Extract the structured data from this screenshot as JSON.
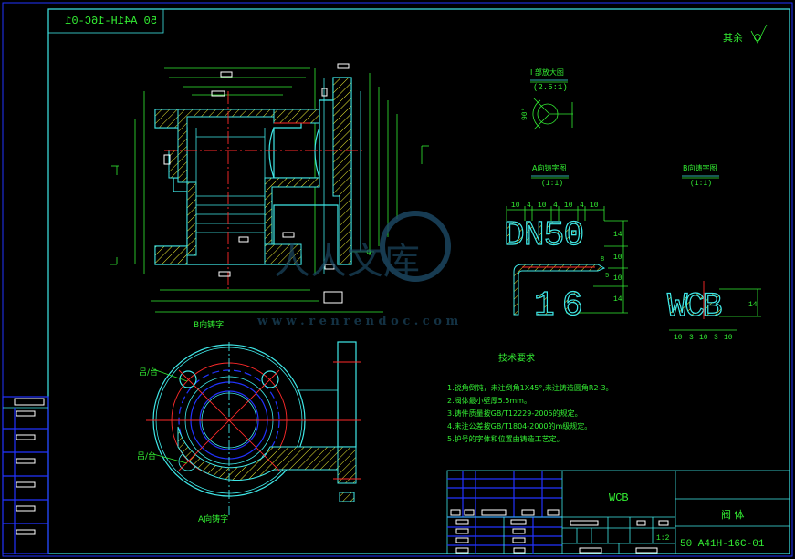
{
  "drawing": {
    "mirrored_title": "50 A41H-16C-01",
    "surface_finish": {
      "label": "其余",
      "icon": "roughness-symbol-icon"
    },
    "detail_view": {
      "label": "I 部放大图",
      "scale": "(2.5:1)",
      "angle": "90°"
    },
    "view_a": {
      "label": "A向铸字图",
      "scale": "(1:1)"
    },
    "view_b": {
      "label": "B向铸字图",
      "scale": "(1:1)"
    },
    "casting_labels": {
      "b": "B向铸字",
      "a": "A向铸字"
    },
    "lettering": {
      "dn_text": "DN50",
      "pn_text": "16",
      "material_text": "WCB",
      "dn_widths": [
        "10",
        "4",
        "10",
        "4",
        "10",
        "4",
        "10"
      ],
      "dn_heights": [
        "14",
        "10",
        "10",
        "14"
      ],
      "dn_misc": [
        "8",
        "5"
      ],
      "wcb_widths": [
        "10",
        "3",
        "10",
        "3",
        "10"
      ],
      "wcb_height": "14"
    },
    "tech_requirements": {
      "title": "技术要求",
      "items": [
        "1.锐角倒钝，未注倒角1X45°,未注铸造圆角R2-3。",
        "2.阀体最小壁厚5.5mm。",
        "3.铸件质量按GB/T12229-2005的规定。",
        "4.未注公差按GB/T1804-2000的m级规定。",
        "5.护号的字体和位置由铸造工艺定。"
      ]
    }
  },
  "title_block": {
    "material": "WCB",
    "part_name": "阀 体",
    "scale": "1:2",
    "drawing_number": "50 A41H-16C-01"
  },
  "watermark": {
    "brand": "人人文库",
    "url": "w w w . r e n r e n d o c . c o m"
  },
  "colors": {
    "frame": "#3fe8e8",
    "text": "#33ee33",
    "center": "#ff2a2a",
    "hidden": "#2233ff"
  }
}
